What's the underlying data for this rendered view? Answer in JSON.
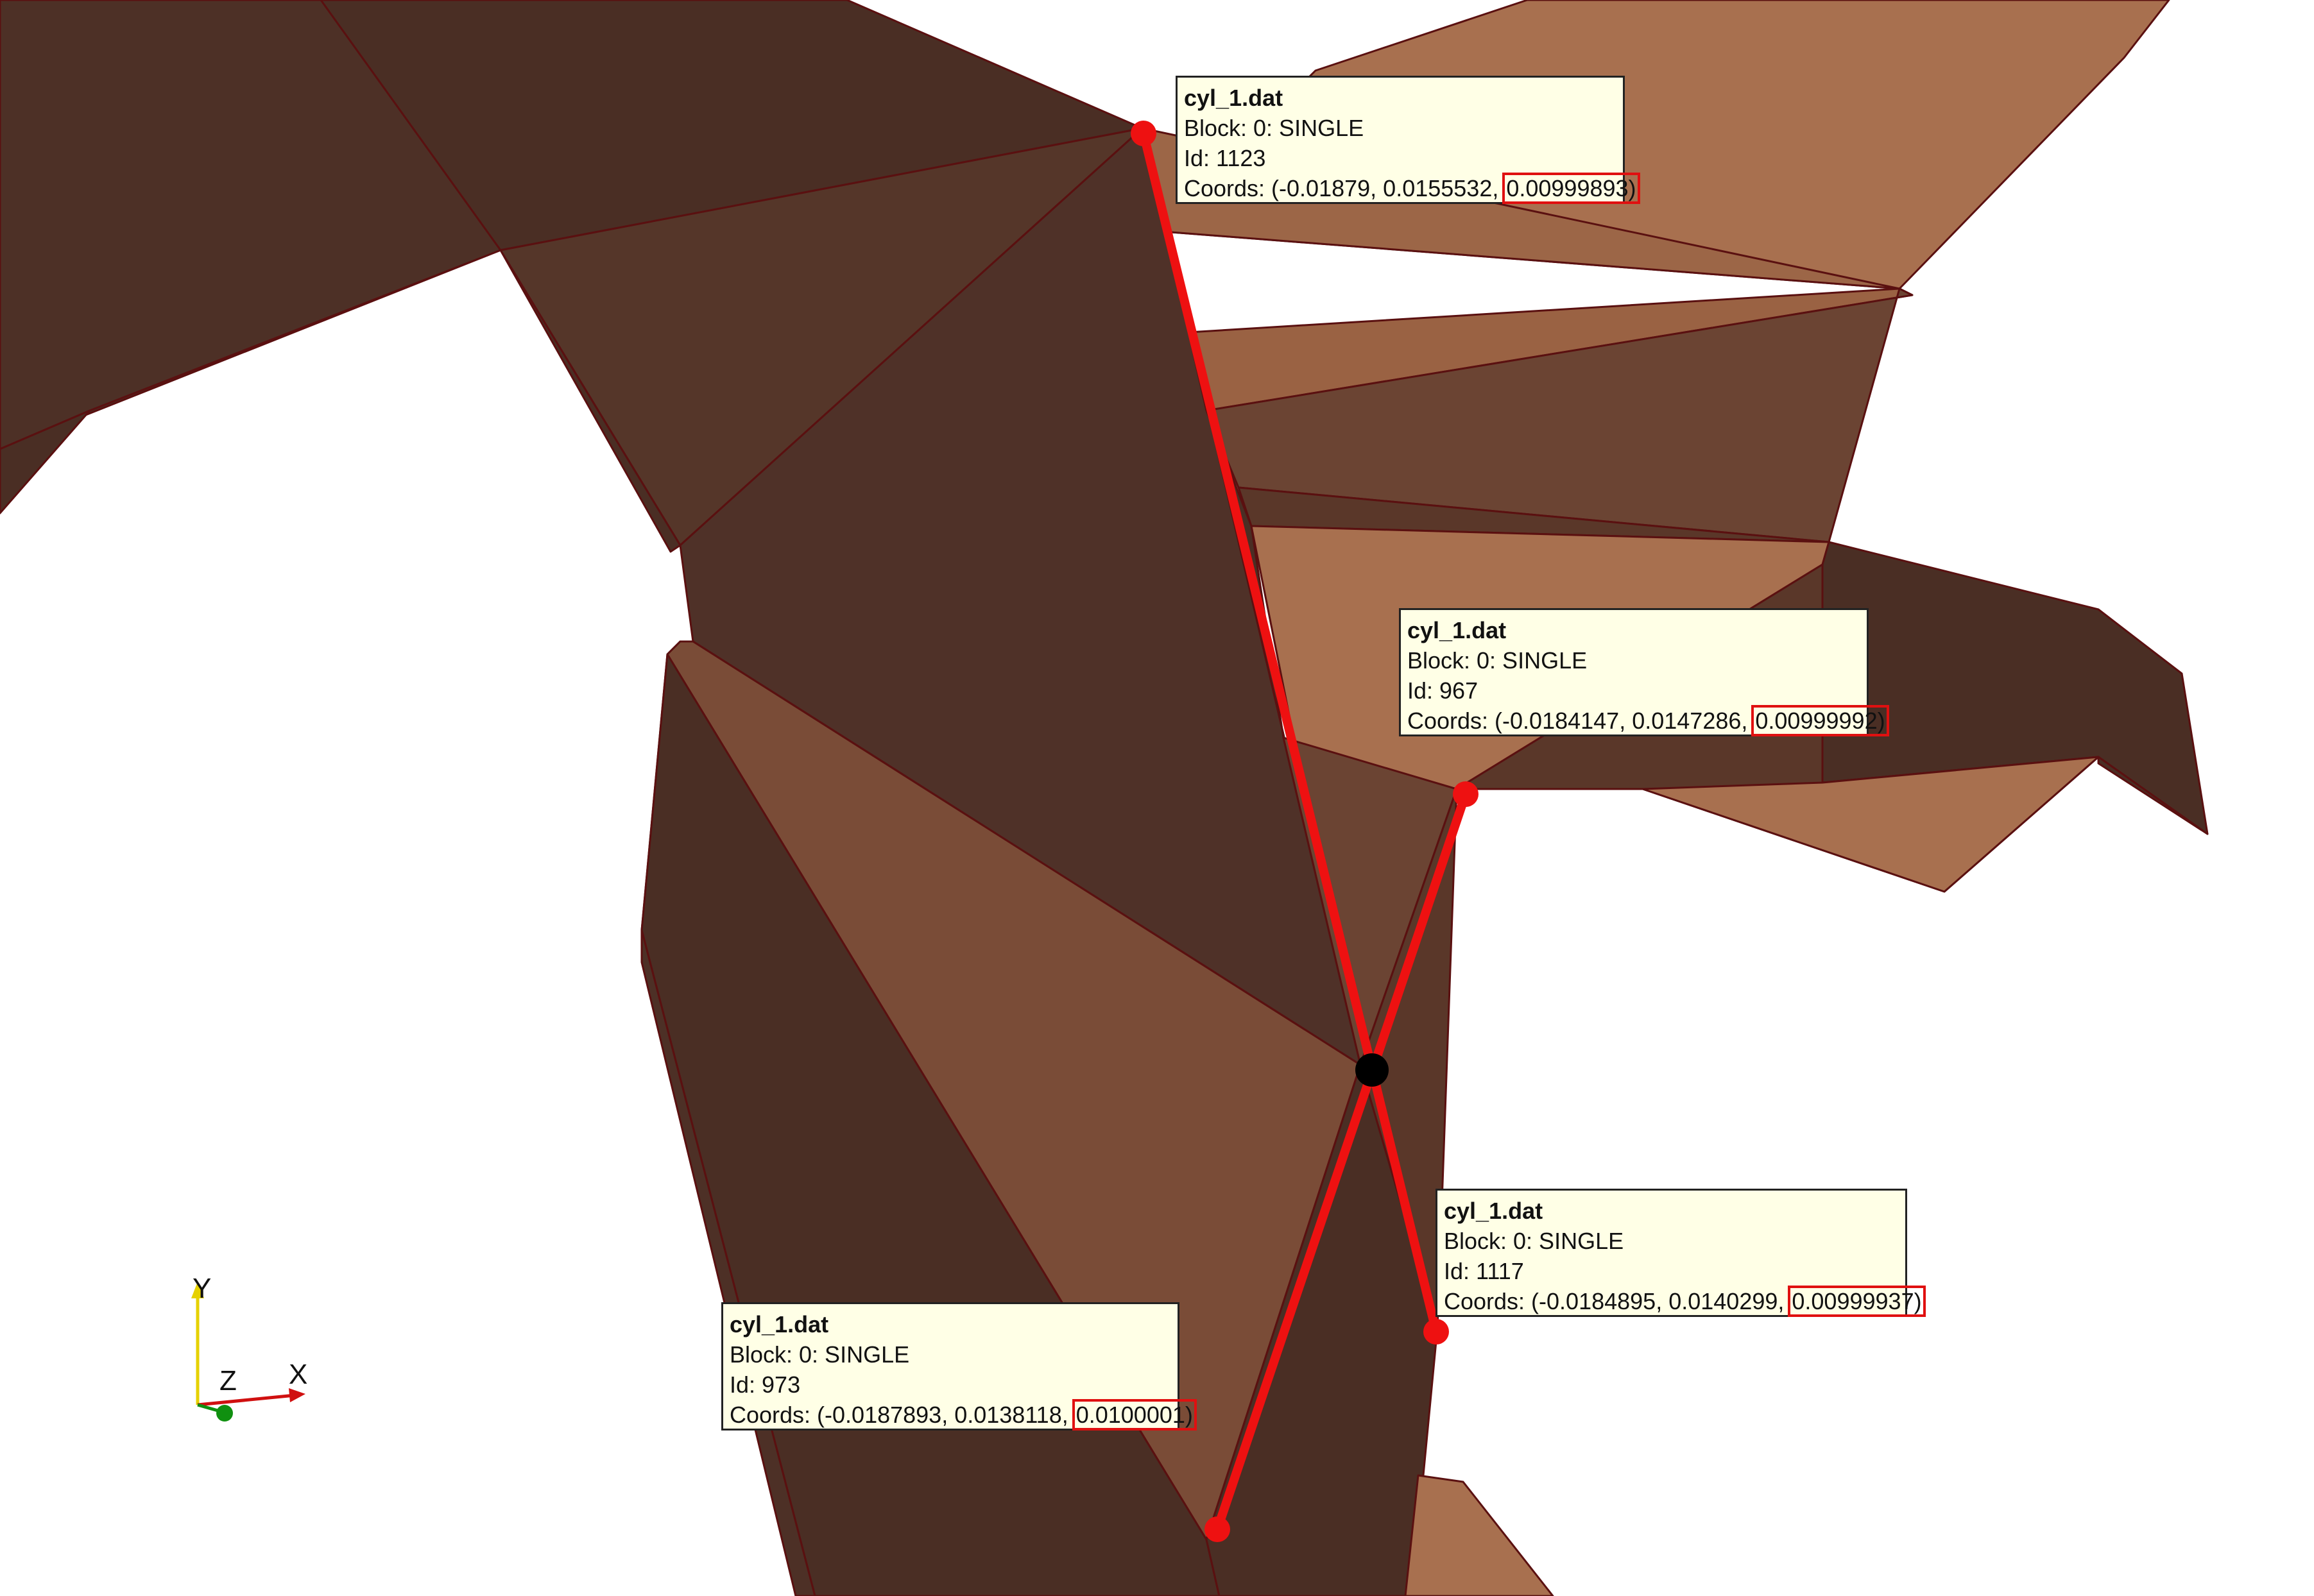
{
  "viewport": {
    "background": "#ffffff",
    "mesh_colors": {
      "dark": "#4a2e24",
      "mid": "#6b4433",
      "light": "#a8704f",
      "edge": "#5a1010"
    },
    "line_color": "#ee1111",
    "intersection_color": "#000000"
  },
  "tooltips": [
    {
      "file": "cyl_1.dat",
      "block": "Block: 0: SINGLE",
      "id": "Id: 1123",
      "coords_prefix": "Coords: (-0.01879, 0.0155532, ",
      "coords_z": "0.00999893)"
    },
    {
      "file": "cyl_1.dat",
      "block": "Block: 0: SINGLE",
      "id": "Id: 967",
      "coords_prefix": "Coords: (-0.0184147, 0.0147286, ",
      "coords_z": "0.00999992)"
    },
    {
      "file": "cyl_1.dat",
      "block": "Block: 0: SINGLE",
      "id": "Id: 1117",
      "coords_prefix": "Coords: (-0.0184895, 0.0140299, ",
      "coords_z": "0.00999937)"
    },
    {
      "file": "cyl_1.dat",
      "block": "Block: 0: SINGLE",
      "id": "Id: 973",
      "coords_prefix": "Coords: (-0.0187893, 0.0138118, ",
      "coords_z": "0.0100001)"
    }
  ],
  "axes": {
    "y_label": "Y",
    "x_label": "X",
    "z_label": "Z",
    "y_color": "#e6d100",
    "x_color": "#d01010",
    "z_color": "#109010"
  }
}
